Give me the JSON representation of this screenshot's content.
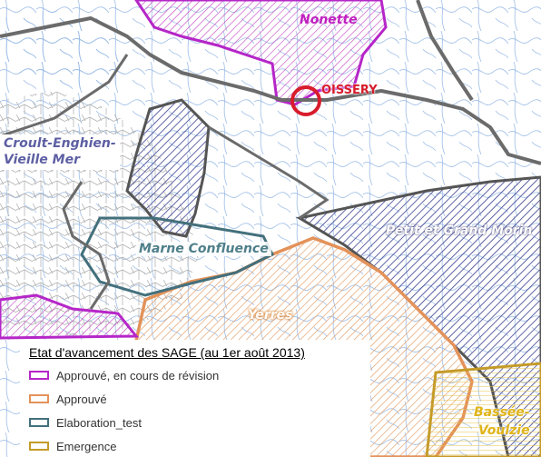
{
  "map": {
    "labels": {
      "nonette": "Nonette",
      "oissery": "OISSERY",
      "croult": "Croult-Enghien-\nVieille Mer",
      "marne": "Marne Confluence",
      "morin": "Petit et Grand Morin",
      "yerres": "Yerres",
      "bassee": "Bassée-\nVoulzie"
    },
    "colors": {
      "revision": "#b526c8",
      "approuve": "#e3925a",
      "elaboration": "#43707c",
      "emergence": "#c59b28",
      "hatch_blue": "#3a3f8f",
      "river": "#8fb4e0",
      "boundary": "#6b6b6b",
      "oissery_circle": "#d81c2c"
    }
  },
  "legend": {
    "title": "Etat d'avancement des SAGE (au 1er août 2013)",
    "items": [
      {
        "label": "Approuvé, en cours de révision",
        "color": "#b526c8"
      },
      {
        "label": "Approuvé",
        "color": "#e3925a"
      },
      {
        "label": "Elaboration_test",
        "color": "#43707c"
      },
      {
        "label": "Emergence",
        "color": "#c59b28"
      }
    ]
  }
}
